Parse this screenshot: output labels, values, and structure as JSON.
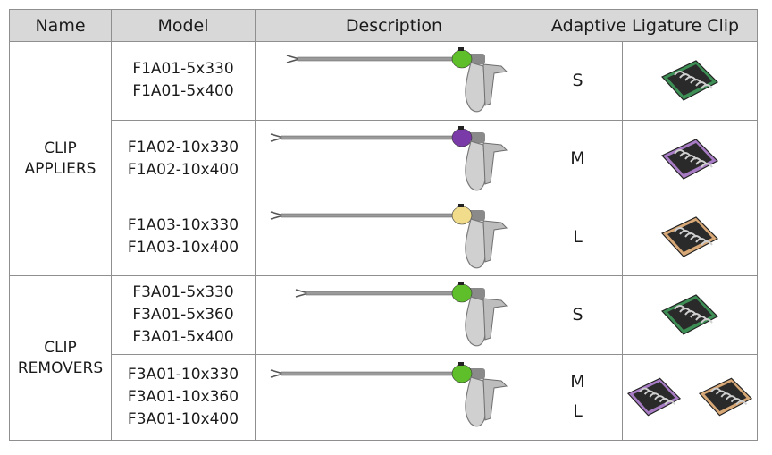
{
  "headers": {
    "name": "Name",
    "model": "Model",
    "description": "Description",
    "clip": "Adaptive Ligature Clip"
  },
  "groups": [
    {
      "name_line1": "CLIP",
      "name_line2": "APPLIERS",
      "rows": [
        {
          "models": [
            "F1A01-5x330",
            "F1A01-5x400"
          ],
          "sizes": [
            "S"
          ],
          "knob_color": "#5fbf2a",
          "tray_colors": [
            "#3d8f55"
          ]
        },
        {
          "models": [
            "F1A02-10x330",
            "F1A02-10x400"
          ],
          "sizes": [
            "M"
          ],
          "knob_color": "#7a3aa8",
          "tray_colors": [
            "#a77cc4"
          ]
        },
        {
          "models": [
            "F1A03-10x330",
            "F1A03-10x400"
          ],
          "sizes": [
            "L"
          ],
          "knob_color": "#f0dc8a",
          "tray_colors": [
            "#d8a877"
          ]
        }
      ]
    },
    {
      "name_line1": "CLIP",
      "name_line2": "REMOVERS",
      "rows": [
        {
          "models": [
            "F3A01-5x330",
            "F3A01-5x360",
            "F3A01-5x400"
          ],
          "sizes": [
            "S"
          ],
          "knob_color": "#5fbf2a",
          "tray_colors": [
            "#3d8f55"
          ]
        },
        {
          "models": [
            "F3A01-10x330",
            "F3A01-10x360",
            "F3A01-10x400"
          ],
          "sizes": [
            "M",
            "L"
          ],
          "knob_color": "#5fbf2a",
          "tray_colors": [
            "#a77cc4",
            "#d8a877"
          ]
        }
      ]
    }
  ]
}
